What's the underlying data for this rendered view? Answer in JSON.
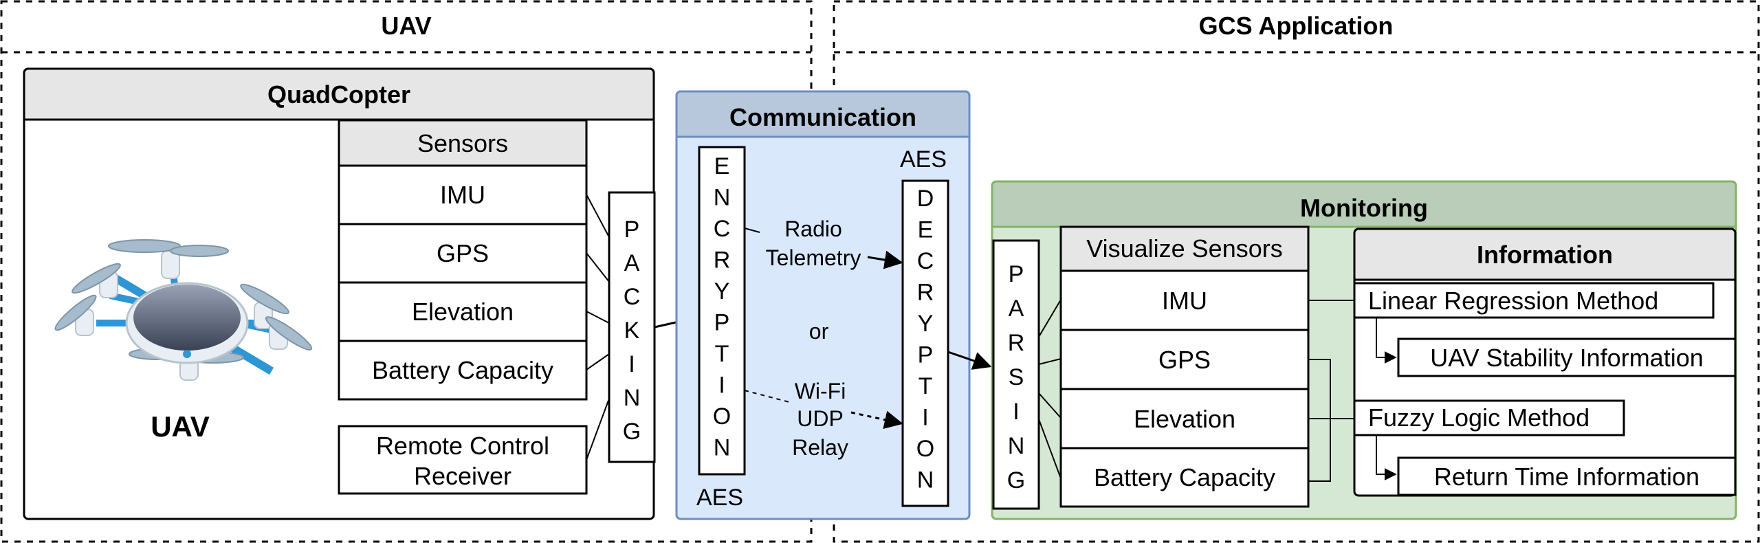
{
  "uav_section": {
    "title": "UAV",
    "quadcopter": {
      "title": "QuadCopter",
      "drone_label": "UAV",
      "sensors_header": "Sensors",
      "sensors": [
        "IMU",
        "GPS",
        "Elevation",
        "Battery Capacity"
      ],
      "remote_control": [
        "Remote Control",
        "Receiver"
      ],
      "packing": [
        "P",
        "A",
        "C",
        "K",
        "I",
        "N",
        "G"
      ]
    }
  },
  "communication": {
    "title": "Communication",
    "encryption": [
      "E",
      "N",
      "C",
      "R",
      "Y",
      "P",
      "T",
      "I",
      "O",
      "N"
    ],
    "encryption_aes": "AES",
    "decryption": [
      "D",
      "E",
      "C",
      "R",
      "Y",
      "P",
      "T",
      "I",
      "O",
      "N"
    ],
    "decryption_aes": "AES",
    "radio_telemetry": [
      "Radio",
      "Telemetry"
    ],
    "or_label": "or",
    "wifi_relay": [
      "Wi-Fi",
      "UDP",
      "Relay"
    ]
  },
  "gcs_section": {
    "title": "GCS Application",
    "monitoring": {
      "title": "Monitoring",
      "parsing": [
        "P",
        "A",
        "R",
        "S",
        "I",
        "N",
        "G"
      ],
      "visualize_header": "Visualize Sensors",
      "sensors": [
        "IMU",
        "GPS",
        "Elevation",
        "Battery Capacity"
      ],
      "information": {
        "title": "Information",
        "linear_regression": "Linear Regression Method",
        "stability": "UAV Stability Information",
        "fuzzy_logic": "Fuzzy Logic Method",
        "return_time": "Return Time Information"
      }
    }
  },
  "colors": {
    "communication_fill": "#dae8fc",
    "communication_stroke": "#6c8ebf",
    "communication_header": "#b8c8dc",
    "monitoring_fill": "#d5e8d4",
    "monitoring_stroke": "#82b366",
    "monitoring_header": "#b9cdb8",
    "header_gray": "#e6e6e6"
  }
}
